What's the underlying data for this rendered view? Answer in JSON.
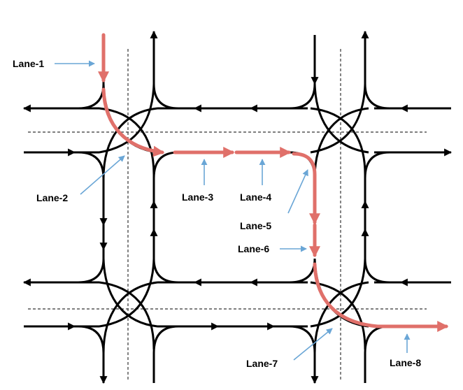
{
  "colors": {
    "lane": "#000000",
    "route": "#e0706a",
    "pointer": "#6aa6d6",
    "centerline": "#333333",
    "background": "#ffffff"
  },
  "labels": {
    "lane1": "Lane-1",
    "lane2": "Lane-2",
    "lane3": "Lane-3",
    "lane4": "Lane-4",
    "lane5": "Lane-5",
    "lane6": "Lane-6",
    "lane7": "Lane-7",
    "lane8": "Lane-8"
  }
}
